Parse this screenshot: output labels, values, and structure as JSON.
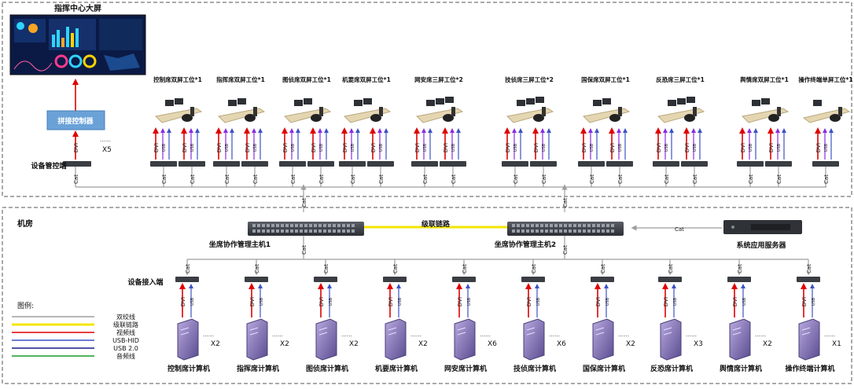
{
  "top_title": "指挥中心大屏",
  "splice_controller": "拼接控制器",
  "x5": "X5",
  "dots": "……",
  "device_mgmt": "设备管控端",
  "machine_room": "机房",
  "cascade_link": "级联链路",
  "cat": "Cat",
  "dvi": "DVI",
  "usb": "USB",
  "host1": "坐席协作管理主机1",
  "host2": "坐席协作管理主机2",
  "server": "系统应用服务器",
  "device_access": "设备接入端",
  "legend": {
    "title": "图例:",
    "items": [
      {
        "label": "双绞线",
        "color": "#9e9e9e"
      },
      {
        "label": "级联链路",
        "color": "#f2e600"
      },
      {
        "label": "视频线",
        "color": "#e00000"
      },
      {
        "label": "USB-HID",
        "color": "#3b52c4"
      },
      {
        "label": "USB 2.0",
        "color": "#1a1a8c"
      },
      {
        "label": "音频线",
        "color": "#1a9a2a"
      }
    ]
  },
  "workstations": [
    "控制席双屏工位*1",
    "指挥席双屏工位*1",
    "图侦席双屏工位*1",
    "机要席双屏工位*1",
    "网安席三屏工位*2",
    "技侦席三屏工位*2",
    "国保席双屏工位*1",
    "反恐席三屏工位*1",
    "舆情席双屏工位*1",
    "操作终端单屏工位*1"
  ],
  "computers": [
    {
      "label": "控制席计算机",
      "mult": "X2"
    },
    {
      "label": "指挥席计算机",
      "mult": "X2"
    },
    {
      "label": "图侦席计算机",
      "mult": "X2"
    },
    {
      "label": "机要席计算机",
      "mult": "X2"
    },
    {
      "label": "网安席计算机",
      "mult": "X6"
    },
    {
      "label": "技侦席计算机",
      "mult": "X6"
    },
    {
      "label": "国保席计算机",
      "mult": "X2"
    },
    {
      "label": "反恐席计算机",
      "mult": "X3"
    },
    {
      "label": "舆情席计算机",
      "mult": "X2"
    },
    {
      "label": "操作终端计算机",
      "mult": "X1"
    }
  ],
  "colors": {
    "video": "#e00000",
    "usb_hid": "#3b52c4",
    "usb2": "#1a1a8c",
    "audio": "#1a9a2a",
    "cat": "#9e9e9e",
    "cascade": "#f2e600",
    "purple": "#8a2be2"
  }
}
